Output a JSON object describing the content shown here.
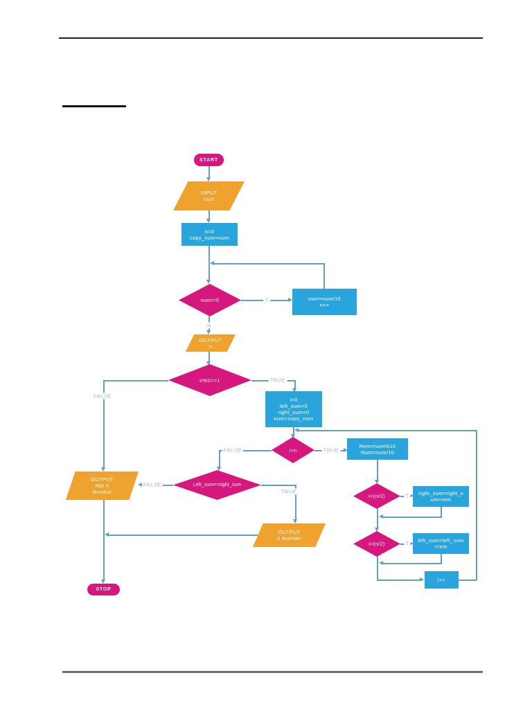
{
  "colors": {
    "terminator_fill": "#d6187e",
    "process_fill": "#2aa4dd",
    "io_fill": "#f0a22e",
    "decision_fill": "#d6187e",
    "connector": "#649ebc",
    "edge_label_text": "#9cb6cb",
    "page_background": "#ffffff"
  },
  "flowchart": {
    "nodes": {
      "start": {
        "label": "START",
        "type": "terminator"
      },
      "input_num": {
        "label": "INPUT\nnum",
        "type": "io"
      },
      "init_n": {
        "label": "n=0\ncopy_num=num",
        "type": "process"
      },
      "num_not_zero": {
        "label": "num!=0",
        "type": "decision"
      },
      "divide_num": {
        "label": "num=num/10\nn++",
        "type": "process"
      },
      "output_n": {
        "label": "OUTPUT\nn",
        "type": "io"
      },
      "n_mod_two": {
        "label": "n%2==1",
        "type": "decision"
      },
      "init_sums": {
        "label": "i=0\nleft_sum=0\nright_sum=0\nnum=copy_num",
        "type": "process"
      },
      "i_less_n": {
        "label": "i<n",
        "type": "decision"
      },
      "rem_calc": {
        "label": "Rem=num%10\nNum=num/10",
        "type": "process"
      },
      "i_less_half": {
        "label": "i<(n/2)",
        "type": "decision"
      },
      "right_sum_add": {
        "label": "right_sum=right_s\num+rem",
        "type": "process"
      },
      "i_greater_half": {
        "label": "i>(n/2)",
        "type": "decision"
      },
      "left_sum_add": {
        "label": "left_sum=left_sum\n+rem",
        "type": "process"
      },
      "increment_i": {
        "label": "i++",
        "type": "process"
      },
      "compare_sums": {
        "label": "Left_sum==right_sum",
        "type": "decision"
      },
      "output_not_x": {
        "label": "OUTPUT\nNot X\nNumber",
        "type": "io"
      },
      "output_x": {
        "label": "OUTPUT\nX Number",
        "type": "io"
      },
      "stop": {
        "label": "STOP",
        "type": "terminator"
      }
    },
    "edge_labels": {
      "yes": "Y",
      "no": "N",
      "true_mod": "TRUE",
      "false_mod": "FALSE",
      "false_i_less_n": "FALSE",
      "true_i_less_n": "TRUE",
      "t_right": "T",
      "t_left": "T",
      "false_compare": "FALSE",
      "true_compare": "TRUE"
    }
  }
}
